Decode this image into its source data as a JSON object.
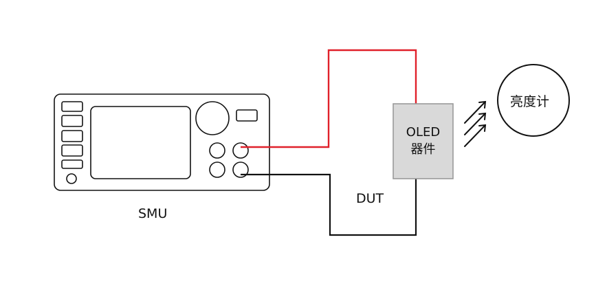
{
  "labels": {
    "smu": "SMU",
    "dut": "DUT",
    "oled_line1": "OLED",
    "oled_line2": "器件",
    "luminance_meter": "亮度计"
  },
  "colors": {
    "positive_wire": "#e0202a",
    "return_wire": "#111111",
    "outline": "#111111",
    "oled_fill": "#d9d9d9",
    "oled_border": "#9a9a9a"
  },
  "icons": {
    "light_emission": "light-rays-icon"
  }
}
